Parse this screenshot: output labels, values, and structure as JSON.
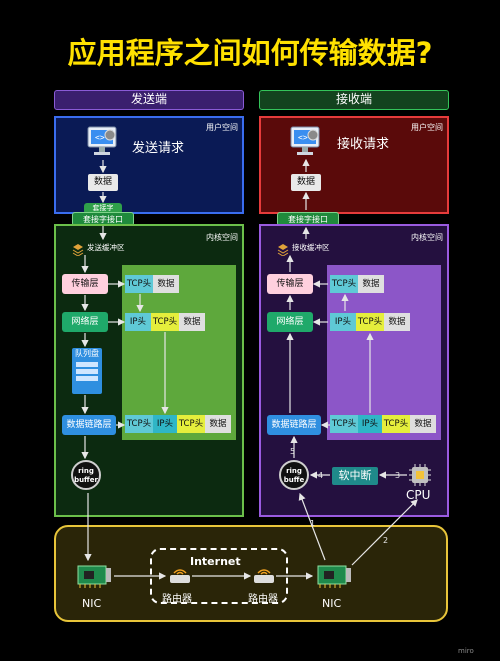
{
  "title": "应用程序之间如何传输数据?",
  "sender": {
    "header": "发送端",
    "user_space": "用户空间",
    "request": "发送请求",
    "data": "数据",
    "socket_tag": "套接字",
    "socket_iface": "套接字接口",
    "kernel_space": "内核空间",
    "buffer": "发送缓冲区",
    "transport": "传输层",
    "network": "网络层",
    "queue": "队列盘",
    "link": "数据链路层",
    "ring": [
      "ring",
      "buffer"
    ],
    "rows": [
      [
        "TCP头",
        "数据"
      ],
      [
        "IP头",
        "TCP头",
        "数据"
      ],
      [
        "TCP头",
        "IP头",
        "TCP头",
        "数据"
      ]
    ]
  },
  "receiver": {
    "header": "接收端",
    "user_space": "用户空间",
    "request": "接收请求",
    "data": "数据",
    "socket_iface": "套接字接口",
    "kernel_space": "内核空间",
    "buffer": "接收缓冲区",
    "transport": "传输层",
    "network": "网络层",
    "link": "数据链路层",
    "ring": [
      "ring",
      "buffe"
    ],
    "softirq": "软中断",
    "cpu": "CPU",
    "rows": [
      [
        "TCP头",
        "数据"
      ],
      [
        "IP头",
        "TCP头",
        "数据"
      ],
      [
        "TCP头",
        "IP头",
        "TCP头",
        "数据"
      ]
    ],
    "steps": [
      "1",
      "2",
      "3",
      "4",
      "5"
    ]
  },
  "network": {
    "internet": "Internet",
    "nic_left": "NIC",
    "nic_right": "NIC",
    "router1": "路由器",
    "router2": "路由器"
  },
  "watermark": "miro",
  "colors": {
    "title": "#ffe100",
    "nic_panel_border": "#e8c53a"
  }
}
